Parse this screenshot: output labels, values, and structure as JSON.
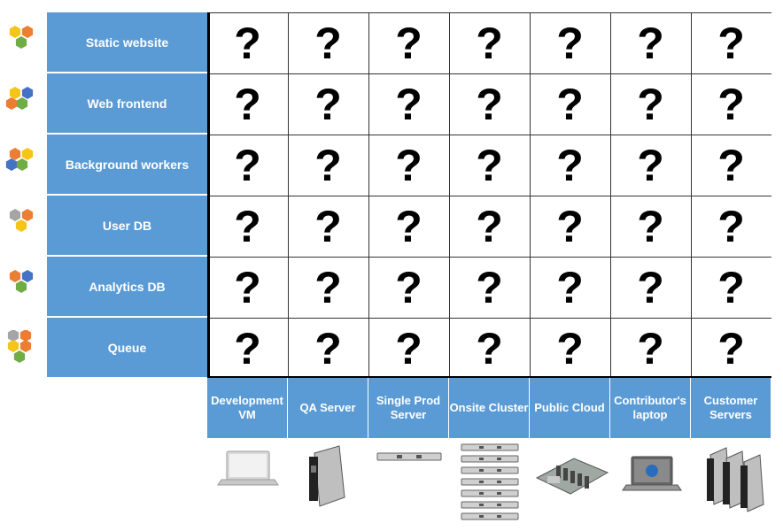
{
  "rows": [
    {
      "label": "Static website",
      "hex_icon_colors": [
        "#f5c518",
        "#ed7d31",
        "#70ad47"
      ]
    },
    {
      "label": "Web frontend",
      "hex_icon_colors": [
        "#f5c518",
        "#4472c4",
        "#ed7d31",
        "#70ad47"
      ]
    },
    {
      "label": "Background workers",
      "hex_icon_colors": [
        "#ed7d31",
        "#f5c518",
        "#4472c4",
        "#70ad47"
      ]
    },
    {
      "label": "User DB",
      "hex_icon_colors": [
        "#a5a5a5",
        "#ed7d31",
        "#f5c518"
      ]
    },
    {
      "label": "Analytics  DB",
      "hex_icon_colors": [
        "#ed7d31",
        "#4472c4",
        "#70ad47"
      ]
    },
    {
      "label": "Queue",
      "hex_icon_colors": [
        "#a5a5a5",
        "#ed7d31",
        "#f5c518",
        "#ed7d31",
        "#70ad47"
      ]
    }
  ],
  "columns": [
    {
      "label": "Development VM",
      "device_icon": "laptop-icon"
    },
    {
      "label": "QA  Server",
      "device_icon": "blade-server-icon"
    },
    {
      "label": "Single Prod Server",
      "device_icon": "rack-server-icon"
    },
    {
      "label": "Onsite Cluster",
      "device_icon": "server-stack-icon"
    },
    {
      "label": "Public Cloud",
      "device_icon": "motherboard-icon"
    },
    {
      "label": "Contributor's laptop",
      "device_icon": "dell-laptop-icon"
    },
    {
      "label": "Customer Servers",
      "device_icon": "blade-servers-icon"
    }
  ],
  "cell_symbol": "?",
  "colors": {
    "header_blue": "#5b9bd5",
    "grid_line": "#000000"
  }
}
